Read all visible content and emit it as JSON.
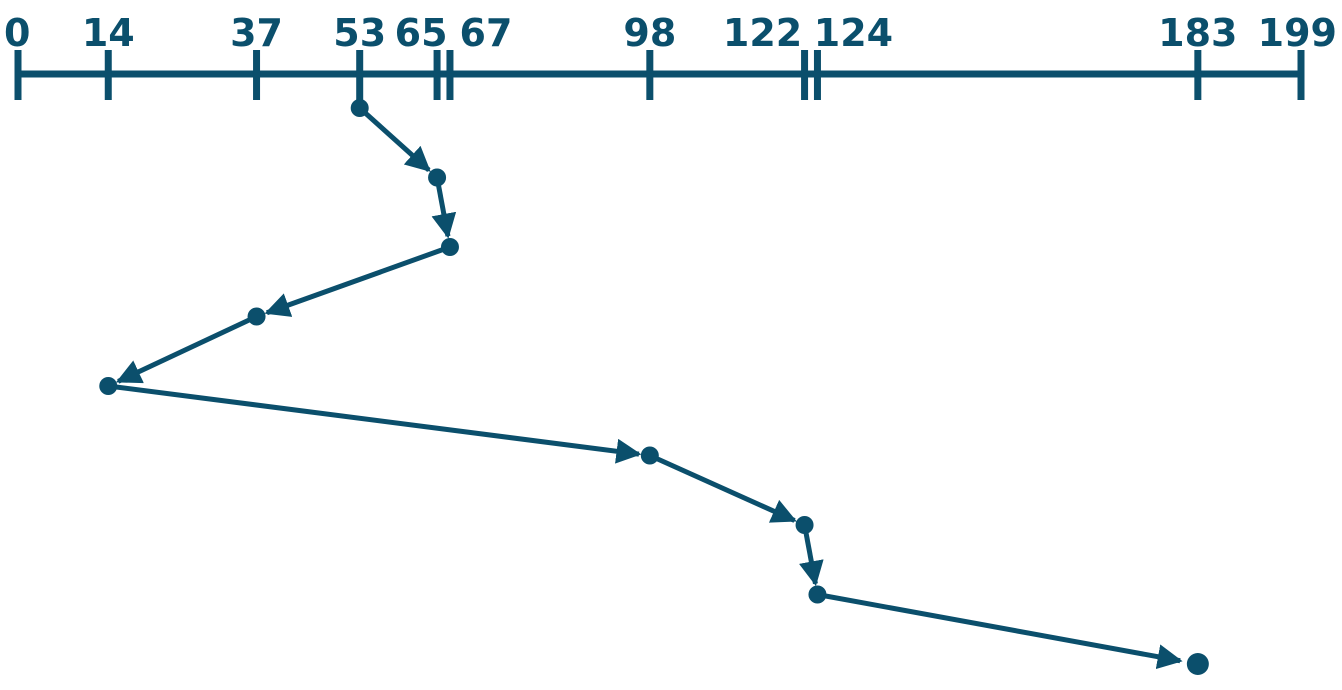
{
  "chart_data": {
    "type": "diagram",
    "axis": {
      "min": 0,
      "max": 199,
      "tick_values": [
        0,
        14,
        37,
        53,
        65,
        67,
        98,
        122,
        124,
        183,
        199
      ],
      "tick_labels": [
        "0",
        "14",
        "37",
        "53",
        "65",
        "67",
        "98",
        "122",
        "124",
        "183",
        "199"
      ]
    },
    "path": [
      53,
      65,
      67,
      37,
      14,
      98,
      122,
      124,
      183
    ],
    "colors": {
      "primary": "#0b4f6c"
    }
  }
}
